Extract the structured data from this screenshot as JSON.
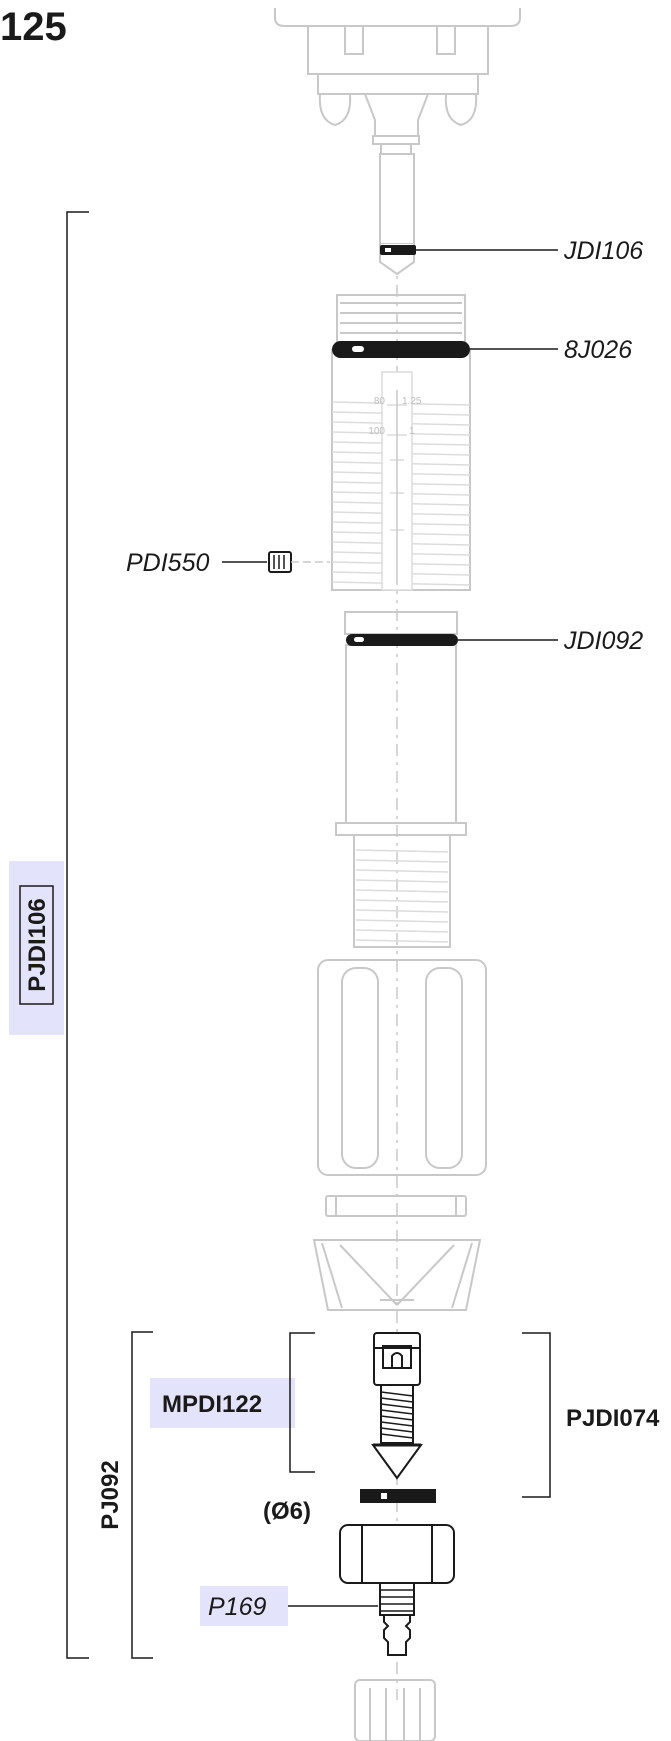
{
  "page_number": "125",
  "parts": {
    "jdi106": "JDI106",
    "j8j026": "8J026",
    "pdi550": "PDI550",
    "jdi092": "JDI092",
    "mpdi122": "MPDI122",
    "pjdi074": "PJDI074",
    "o6": "(Ø6)",
    "p169": "P169"
  },
  "assemblies": {
    "pjdi106": "PJDI106",
    "pj092": "PJ092"
  },
  "scale": {
    "s80": "80",
    "s125": "1.25",
    "s100": "100",
    "s1": "1"
  },
  "colors": {
    "highlight": "#e3e3fb",
    "ink": "#1a1a1a",
    "ghost": "#c8c8c8"
  }
}
